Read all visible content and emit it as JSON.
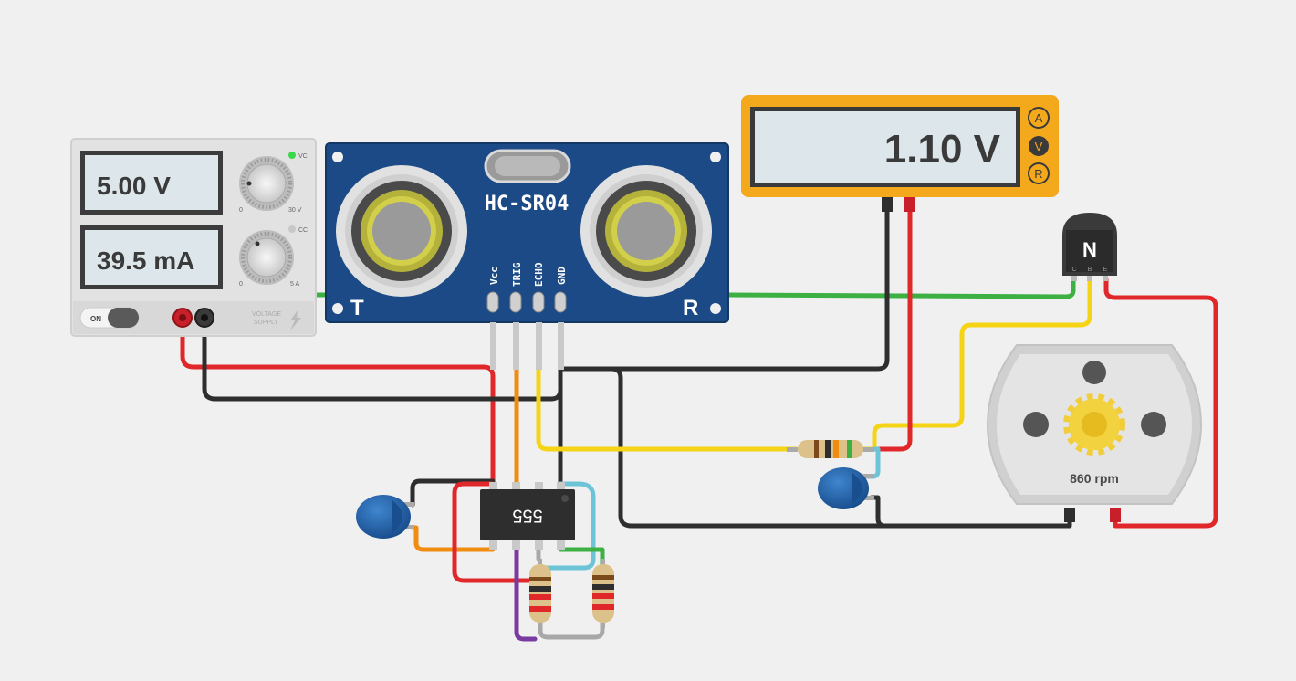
{
  "power_supply": {
    "voltage_display": "5.00 V",
    "current_display": "39.5 mA",
    "vc_label": "VC",
    "cc_label": "CC",
    "voltage_knob_min": "0",
    "voltage_knob_max": "30 V",
    "current_knob_min": "0",
    "current_knob_max": "5 A",
    "on_label": "ON",
    "brand_line1": "VOLTAGE",
    "brand_line2": "SUPPLY"
  },
  "sensor": {
    "model": "HC-SR04",
    "transmitter_label": "T",
    "receiver_label": "R",
    "pins": [
      "Vcc",
      "TRIG",
      "ECHO",
      "GND"
    ]
  },
  "multimeter": {
    "display": "1.10 V",
    "modes": [
      "A",
      "V",
      "R"
    ],
    "selected_mode": "V"
  },
  "transistor": {
    "type_label": "N",
    "pins": [
      "C",
      "B",
      "E"
    ]
  },
  "motor": {
    "speed_display": "860 rpm"
  },
  "timer_ic": {
    "label": "555"
  },
  "colors": {
    "wire_red": "#e0282b",
    "wire_black": "#2e2e2e",
    "wire_green": "#3cb043",
    "wire_yellow": "#f5d416",
    "wire_orange": "#f08c10",
    "wire_cyan": "#6cc4d6",
    "wire_purple": "#7a3aa0",
    "wire_gray": "#a8a8a8",
    "sensor_board": "#1b4a86",
    "multimeter_body": "#f4a91d",
    "capacitor": "#1f5fa6"
  }
}
